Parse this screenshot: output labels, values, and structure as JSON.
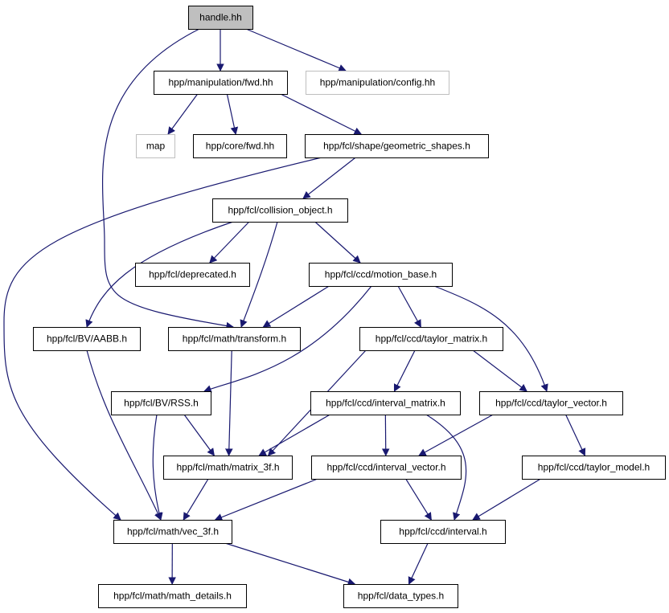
{
  "diagram": {
    "edge_color": "#191970",
    "colors": {
      "root_fill": "#bfbfbf",
      "node_fill": "#ffffff",
      "node_border": "#000000",
      "external_border": "#bfbfbf"
    },
    "nodes": [
      {
        "id": "handle",
        "label": "handle.hh",
        "kind": "root"
      },
      {
        "id": "manip_fwd",
        "label": "hpp/manipulation/fwd.hh",
        "kind": "normal"
      },
      {
        "id": "manip_config",
        "label": "hpp/manipulation/config.hh",
        "kind": "external"
      },
      {
        "id": "map",
        "label": "map",
        "kind": "external"
      },
      {
        "id": "core_fwd",
        "label": "hpp/core/fwd.hh",
        "kind": "normal"
      },
      {
        "id": "geom_shapes",
        "label": "hpp/fcl/shape/geometric_shapes.h",
        "kind": "normal"
      },
      {
        "id": "coll_obj",
        "label": "hpp/fcl/collision_object.h",
        "kind": "normal"
      },
      {
        "id": "deprecated",
        "label": "hpp/fcl/deprecated.h",
        "kind": "normal"
      },
      {
        "id": "motion_base",
        "label": "hpp/fcl/ccd/motion_base.h",
        "kind": "normal"
      },
      {
        "id": "aabb",
        "label": "hpp/fcl/BV/AABB.h",
        "kind": "normal"
      },
      {
        "id": "transform",
        "label": "hpp/fcl/math/transform.h",
        "kind": "normal"
      },
      {
        "id": "taylor_matrix",
        "label": "hpp/fcl/ccd/taylor_matrix.h",
        "kind": "normal"
      },
      {
        "id": "rss",
        "label": "hpp/fcl/BV/RSS.h",
        "kind": "normal"
      },
      {
        "id": "interval_matrix",
        "label": "hpp/fcl/ccd/interval_matrix.h",
        "kind": "normal"
      },
      {
        "id": "taylor_vector",
        "label": "hpp/fcl/ccd/taylor_vector.h",
        "kind": "normal"
      },
      {
        "id": "matrix3f",
        "label": "hpp/fcl/math/matrix_3f.h",
        "kind": "normal"
      },
      {
        "id": "interval_vector",
        "label": "hpp/fcl/ccd/interval_vector.h",
        "kind": "normal"
      },
      {
        "id": "taylor_model",
        "label": "hpp/fcl/ccd/taylor_model.h",
        "kind": "normal"
      },
      {
        "id": "vec3f",
        "label": "hpp/fcl/math/vec_3f.h",
        "kind": "normal"
      },
      {
        "id": "interval",
        "label": "hpp/fcl/ccd/interval.h",
        "kind": "normal"
      },
      {
        "id": "math_details",
        "label": "hpp/fcl/math/math_details.h",
        "kind": "normal"
      },
      {
        "id": "data_types",
        "label": "hpp/fcl/data_types.h",
        "kind": "normal"
      }
    ],
    "edges": [
      {
        "from": "handle",
        "to": "manip_fwd"
      },
      {
        "from": "handle",
        "to": "manip_config"
      },
      {
        "from": "handle",
        "to": "transform"
      },
      {
        "from": "manip_fwd",
        "to": "map"
      },
      {
        "from": "manip_fwd",
        "to": "core_fwd"
      },
      {
        "from": "manip_fwd",
        "to": "geom_shapes"
      },
      {
        "from": "geom_shapes",
        "to": "coll_obj"
      },
      {
        "from": "geom_shapes",
        "to": "vec3f"
      },
      {
        "from": "coll_obj",
        "to": "deprecated"
      },
      {
        "from": "coll_obj",
        "to": "motion_base"
      },
      {
        "from": "coll_obj",
        "to": "aabb"
      },
      {
        "from": "coll_obj",
        "to": "transform"
      },
      {
        "from": "motion_base",
        "to": "transform"
      },
      {
        "from": "motion_base",
        "to": "taylor_matrix"
      },
      {
        "from": "motion_base",
        "to": "rss"
      },
      {
        "from": "motion_base",
        "to": "taylor_vector"
      },
      {
        "from": "aabb",
        "to": "vec3f"
      },
      {
        "from": "transform",
        "to": "matrix3f"
      },
      {
        "from": "taylor_matrix",
        "to": "matrix3f"
      },
      {
        "from": "taylor_matrix",
        "to": "interval_matrix"
      },
      {
        "from": "taylor_matrix",
        "to": "taylor_vector"
      },
      {
        "from": "rss",
        "to": "matrix3f"
      },
      {
        "from": "rss",
        "to": "vec3f"
      },
      {
        "from": "interval_matrix",
        "to": "matrix3f"
      },
      {
        "from": "interval_matrix",
        "to": "interval_vector"
      },
      {
        "from": "interval_matrix",
        "to": "interval"
      },
      {
        "from": "taylor_vector",
        "to": "interval_vector"
      },
      {
        "from": "taylor_vector",
        "to": "taylor_model"
      },
      {
        "from": "matrix3f",
        "to": "vec3f"
      },
      {
        "from": "interval_vector",
        "to": "vec3f"
      },
      {
        "from": "interval_vector",
        "to": "interval"
      },
      {
        "from": "taylor_model",
        "to": "interval"
      },
      {
        "from": "vec3f",
        "to": "math_details"
      },
      {
        "from": "vec3f",
        "to": "data_types"
      },
      {
        "from": "interval",
        "to": "data_types"
      }
    ]
  }
}
